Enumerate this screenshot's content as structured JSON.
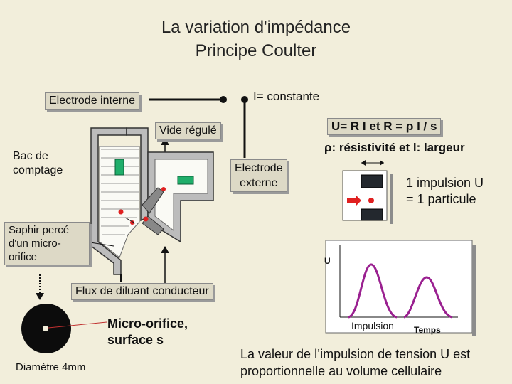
{
  "title_line1": "La variation d'impédance",
  "title_line2": "Principe Coulter",
  "labels": {
    "electrode_interne": "Electrode interne",
    "i_constante": "I= constante",
    "vide_regule": "Vide régulé",
    "bac_line1": "Bac de",
    "bac_line2": "comptage",
    "electrode_externe_line1": "Electrode",
    "electrode_externe_line2": "externe",
    "formula": "U= R I et  R = ρ l / s",
    "resistivite": "ρ: résistivité et l: largeur",
    "impulsion_line1": "1 impulsion U",
    "impulsion_line2": "= 1 particule",
    "saphir_line1": "Saphir percé",
    "saphir_line2": "d'un micro-",
    "saphir_line3": "orifice",
    "u_axis": "U",
    "flux": "Flux de diluant conducteur",
    "micro_line1": "Micro-orifice,",
    "micro_line2": "surface s",
    "impulsion_axis": "Impulsion",
    "temps_axis": "Temps",
    "diametre": "Diamètre 4mm",
    "conclusion_line1": "La valeur de l’impulsion de tension U est",
    "conclusion_line2": "proportionnelle au volume cellulaire"
  },
  "colors": {
    "background": "#f2eedb",
    "box": "#ddd9c6",
    "green": "#1fae6a",
    "red": "#e02020",
    "peak": "#9a2090"
  }
}
